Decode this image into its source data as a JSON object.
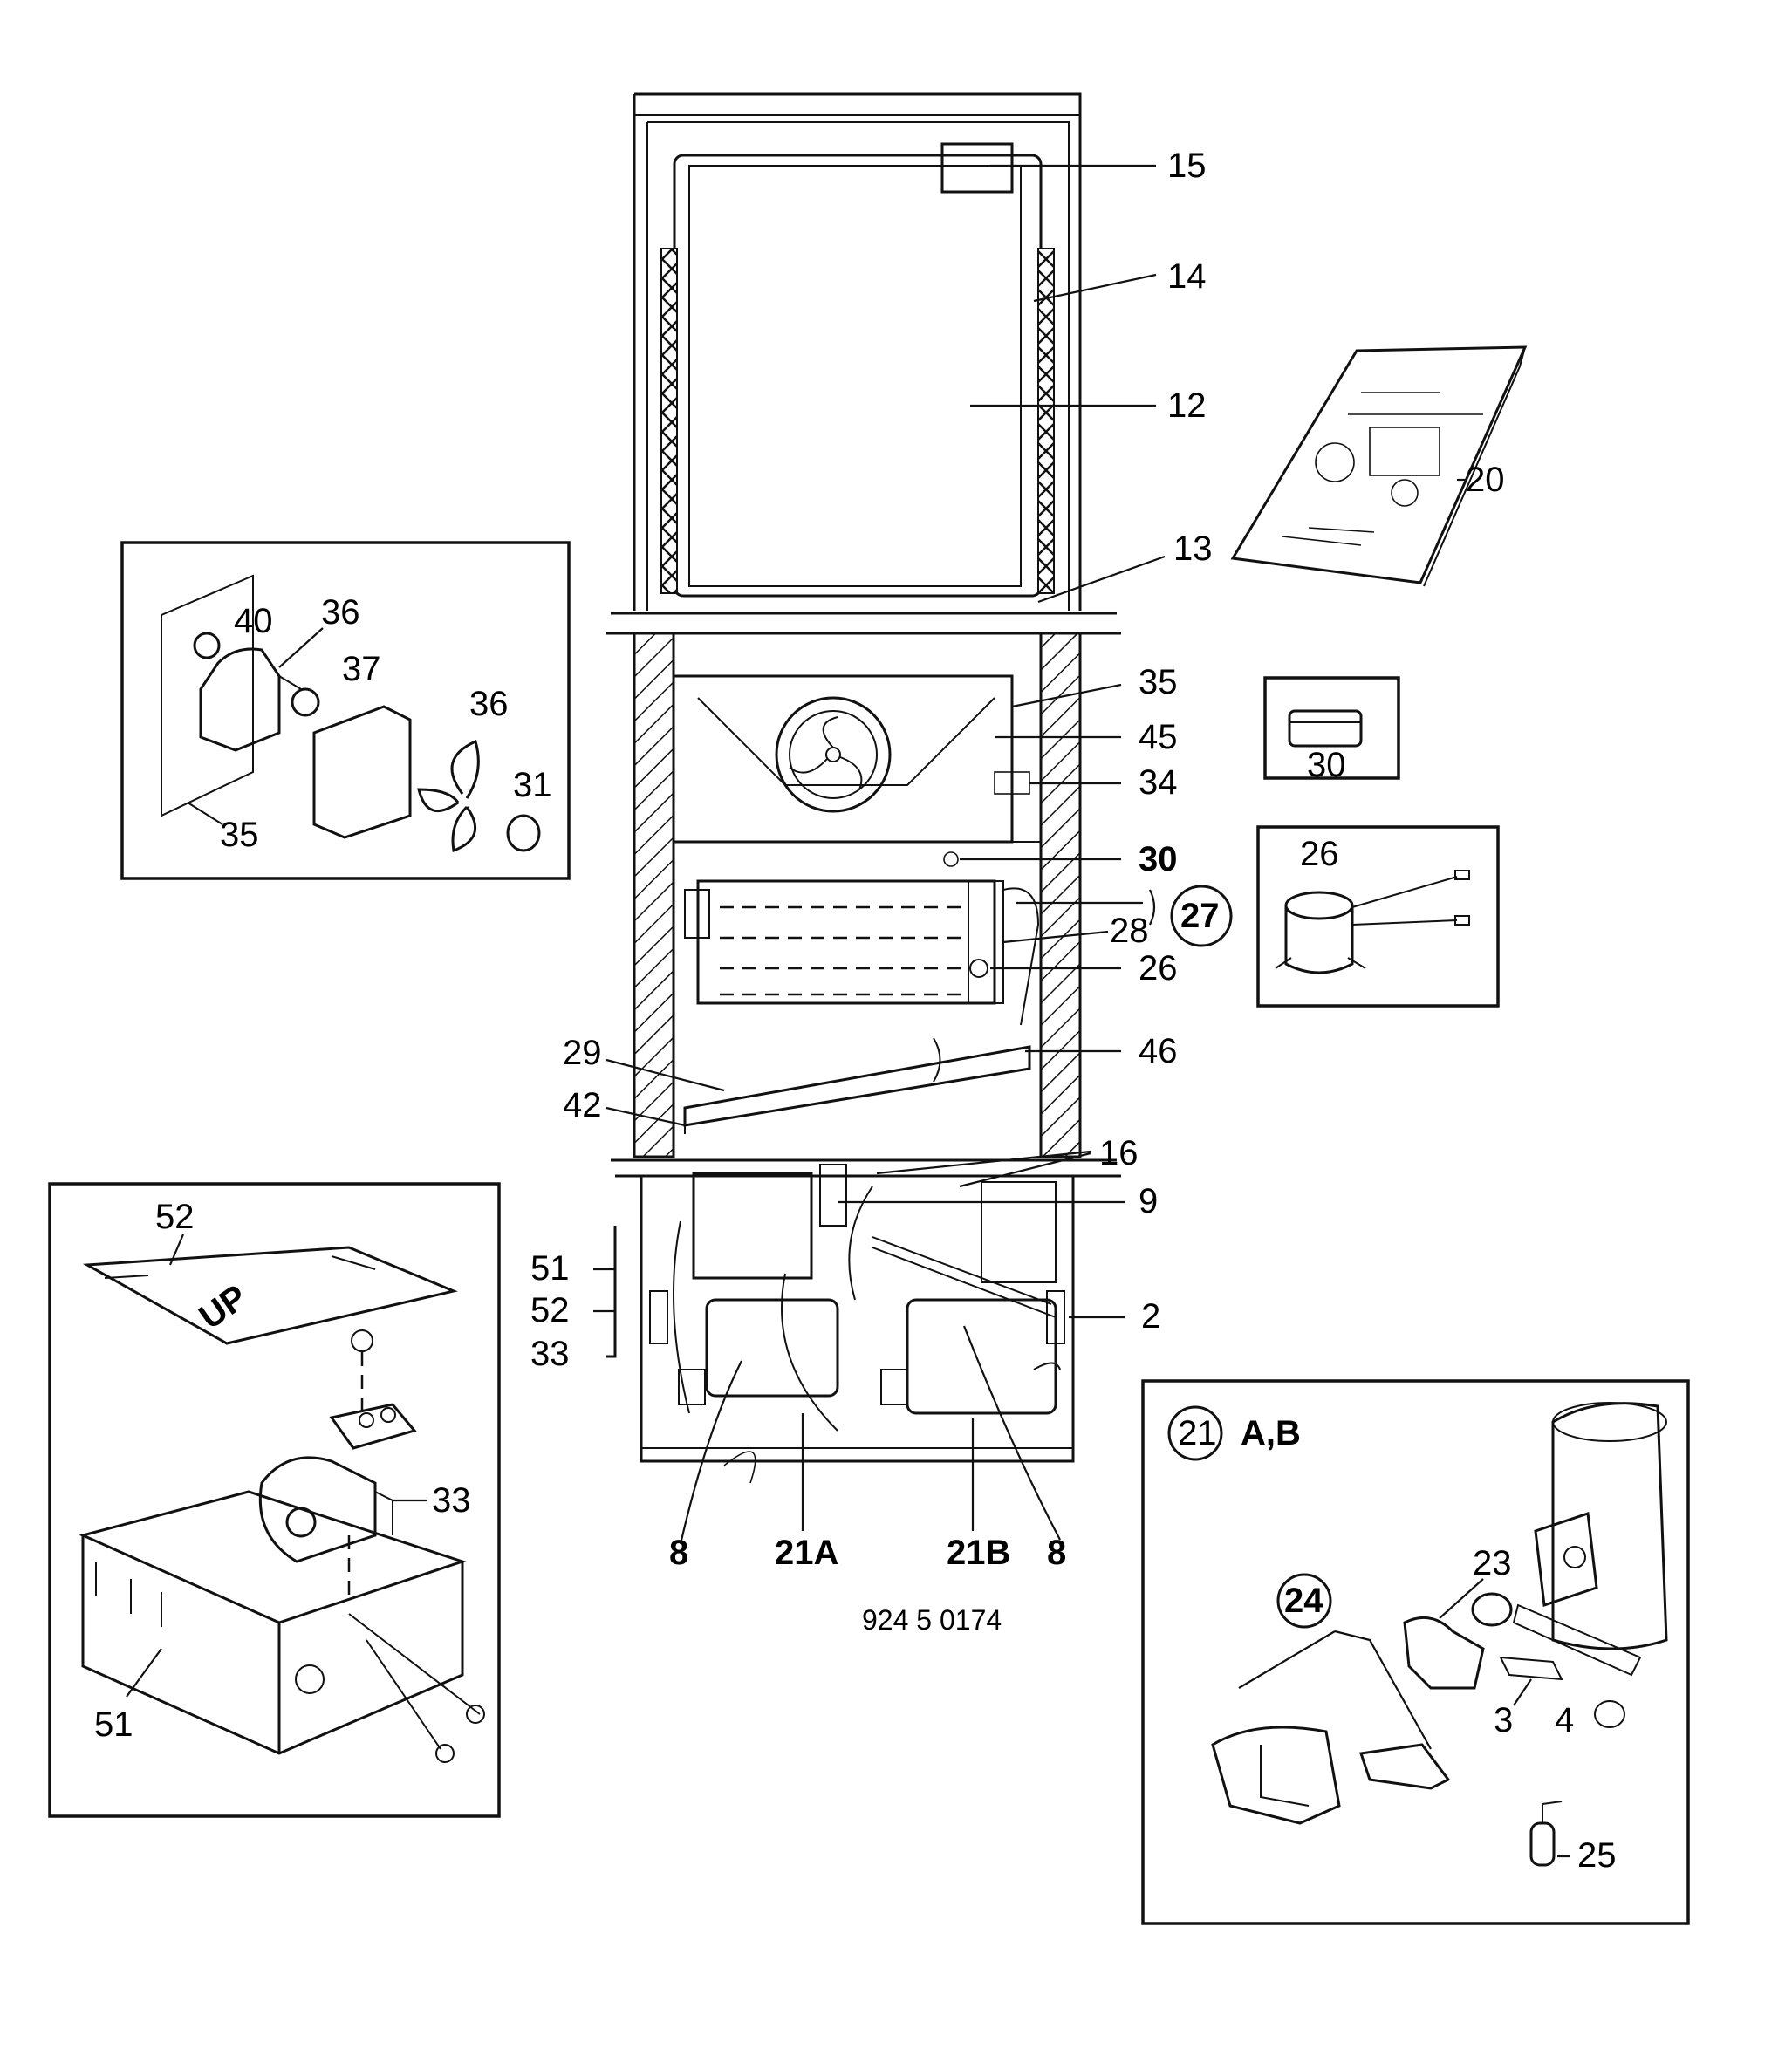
{
  "drawing_code": "924 5 0174",
  "labels": {
    "l15": "15",
    "l14": "14",
    "l12": "12",
    "l13": "13",
    "l20": "20",
    "l35": "35",
    "l45": "45",
    "l34": "34",
    "l30": "30",
    "l27": "27",
    "l28": "28",
    "l26": "26",
    "l29": "29",
    "l46": "46",
    "l42": "42",
    "l16": "16",
    "l9": "9",
    "l51": "51",
    "l52": "52",
    "l33": "33",
    "l2": "2",
    "l8a": "8",
    "l21a": "21A",
    "l21b": "21B",
    "l8b": "8"
  },
  "fan_inset": {
    "l40": "40",
    "l36a": "36",
    "l37": "37",
    "l36b": "36",
    "l31": "31",
    "l35": "35"
  },
  "button_inset": {
    "l30": "30"
  },
  "timer_inset": {
    "l26": "26"
  },
  "box_inset": {
    "l52": "52",
    "up_text": "UP",
    "l33": "33",
    "l51": "51"
  },
  "compressor_inset": {
    "l21": "21",
    "ab": "A,B",
    "l24": "24",
    "l23": "23",
    "l3": "3",
    "l4": "4",
    "l25": "25"
  }
}
